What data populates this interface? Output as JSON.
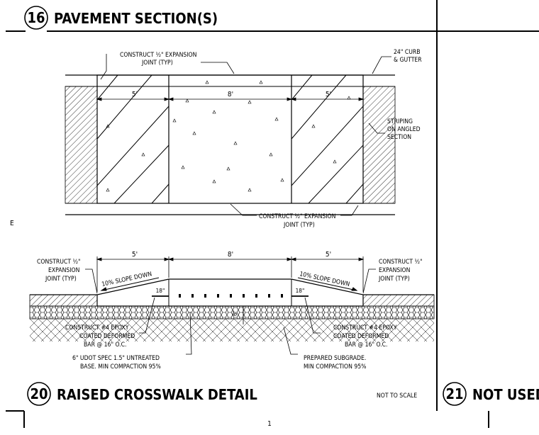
{
  "sheet": {
    "page_number": "1",
    "margin_mark": "E"
  },
  "plan_detail": {
    "number": "16",
    "title": "PAVEMENT SECTION(S)",
    "label_expansion_top": [
      "CONSTRUCT ½\" EXPANSION",
      "JOINT (TYP)"
    ],
    "label_curb": [
      "24\" CURB",
      "& GUTTER"
    ],
    "label_striping": [
      "STRIPING",
      "ON ANGLED",
      "SECTION"
    ],
    "label_expansion_bottom": [
      "CONSTRUCT ½\" EXPANSION",
      "JOINT (TYP)"
    ],
    "dim_left": "5'",
    "dim_center": "8'",
    "dim_right": "5'"
  },
  "section_detail": {
    "number": "20",
    "title": "RAISED CROSSWALK DETAIL",
    "scale_note": "NOT TO SCALE",
    "dim_left": "5'",
    "dim_center": "8'",
    "dim_right": "5'",
    "label_joint_left": [
      "CONSTRUCT ½\"",
      "EXPANSION",
      "JOINT (TYP)"
    ],
    "label_joint_right": [
      "CONSTRUCT ½\"",
      "EXPANSION",
      "JOINT (TYP)"
    ],
    "slope_left": "10% SLOPE DOWN",
    "slope_right": "10% SLOPE DOWN",
    "bar_length_left": "18\"",
    "bar_length_right": "18\"",
    "depth": "6\"",
    "label_rebar_left": [
      "CONSTRUCT #4 EPOXY",
      "COATED DEFORMED",
      "BAR @ 16\" O.C."
    ],
    "label_rebar_right": [
      "CONSTRUCT #4 EPOXY",
      "COATED DEFORMED",
      "BAR @ 16\" O.C."
    ],
    "label_base": [
      "6\" UDOT SPEC 1.5\" UNTREATED",
      "BASE. MIN COMPACTION 95%"
    ],
    "label_subgrade": [
      "PREPARED SUBGRADE.",
      "MIN COMPACTION 95%"
    ]
  },
  "unused_detail": {
    "number": "21",
    "title": "NOT USED"
  }
}
